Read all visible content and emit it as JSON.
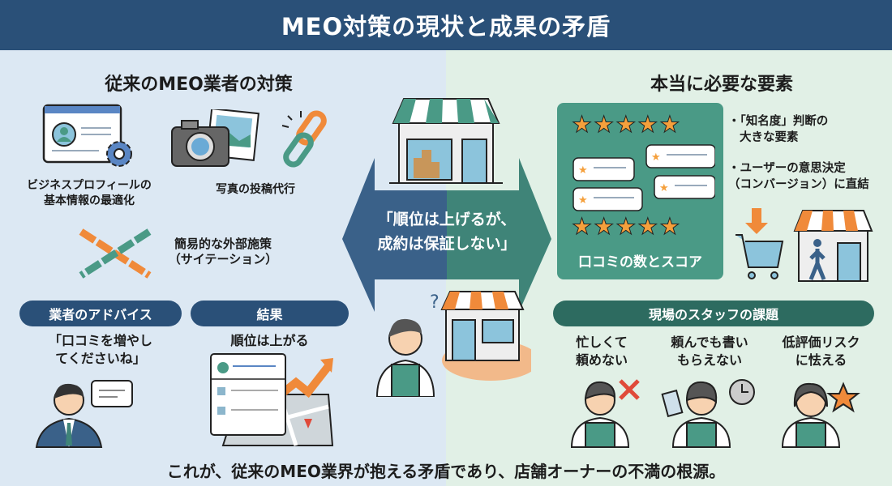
{
  "title": "MEO対策の現状と成果の矛盾",
  "left": {
    "heading": "従来のMEO業者の対策",
    "items": [
      {
        "icon": "profile-gear-icon",
        "label_line1": "ビジネスプロフィールの",
        "label_line2": "基本情報の最適化"
      },
      {
        "icon": "camera-photo-icon",
        "label_line1": "写真の投稿代行",
        "label_line2": ""
      },
      {
        "icon": "chain-link-icon",
        "label_line1": "簡易的な外部施策",
        "label_line2": "（サイテーション）"
      }
    ],
    "advice": {
      "pill": "業者のアドバイス",
      "line1": "「口コミを増やし",
      "line2": "てくださいね」"
    },
    "result": {
      "pill": "結果",
      "text": "順位は上がる"
    }
  },
  "center": {
    "line1": "「順位は上げるが、",
    "line2": "成約は保証しない」"
  },
  "right": {
    "heading": "本当に必要な要素",
    "review_box_label": "口コミの数とスコア",
    "bullets": [
      {
        "line1": "・「知名度」判断の",
        "line2": "大きな要素"
      },
      {
        "line1": "・ユーザーの意思決定",
        "line2": "（コンバージョン）に直結"
      }
    ],
    "staff": {
      "pill": "現場のスタッフの課題",
      "issues": [
        {
          "line1": "忙しくて",
          "line2": "頼めない"
        },
        {
          "line1": "頼んでも書い",
          "line2": "もらえない"
        },
        {
          "line1": "低評価リスク",
          "line2": "に怯える"
        }
      ]
    }
  },
  "footer": "これが、従来のMEO業界が抱える矛盾であり、店舗オーナーの不満の根源。",
  "colors": {
    "navy": "#2a5078",
    "teal": "#3f8478",
    "orange": "#f08a3a",
    "green": "#4a9a86"
  }
}
